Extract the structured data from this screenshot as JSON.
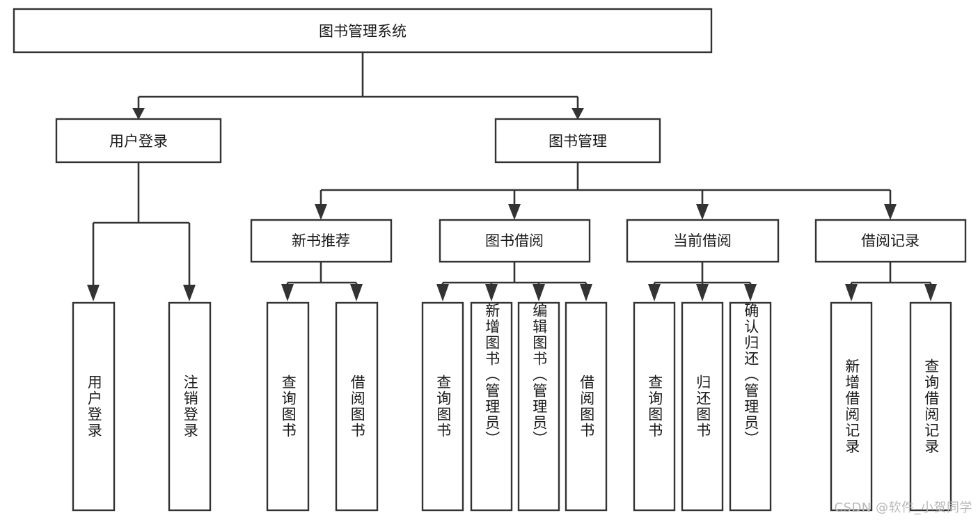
{
  "diagram": {
    "type": "tree",
    "title": "图书管理系统",
    "root": {
      "id": "root",
      "label": "图书管理系统"
    },
    "level2": [
      {
        "id": "user-login",
        "label": "用户登录"
      },
      {
        "id": "book-manage",
        "label": "图书管理"
      }
    ],
    "level3": [
      {
        "id": "new-book-recommend",
        "label": "新书推荐",
        "parent": "book-manage"
      },
      {
        "id": "book-borrow",
        "label": "图书借阅",
        "parent": "book-manage"
      },
      {
        "id": "current-borrow",
        "label": "当前借阅",
        "parent": "book-manage"
      },
      {
        "id": "borrow-record",
        "label": "借阅记录",
        "parent": "book-manage"
      }
    ],
    "leaves": {
      "user-login": [
        {
          "id": "leaf-user-login",
          "label": "用户登录"
        },
        {
          "id": "leaf-user-logout",
          "label": "注销登录"
        }
      ],
      "new-book-recommend": [
        {
          "id": "leaf-query-book-1",
          "label": "查询图书"
        },
        {
          "id": "leaf-borrow-book-1",
          "label": "借阅图书"
        }
      ],
      "book-borrow": [
        {
          "id": "leaf-query-book-2",
          "label": "查询图书"
        },
        {
          "id": "leaf-add-book",
          "label": "新增图书（管理员）"
        },
        {
          "id": "leaf-edit-book",
          "label": "编辑图书（管理员）"
        },
        {
          "id": "leaf-borrow-book-2",
          "label": "借阅图书"
        }
      ],
      "current-borrow": [
        {
          "id": "leaf-query-book-3",
          "label": "查询图书"
        },
        {
          "id": "leaf-return-book",
          "label": "归还图书"
        },
        {
          "id": "leaf-confirm-return",
          "label": "确认归还（管理员）"
        }
      ],
      "borrow-record": [
        {
          "id": "leaf-add-record",
          "label": "新增借阅记录"
        },
        {
          "id": "leaf-query-record",
          "label": "查询借阅记录"
        }
      ]
    },
    "colors": {
      "stroke": "#333333",
      "fill": "#ffffff",
      "text": "#1a1a1a",
      "watermark": "#b9b9b9",
      "background": "#ffffff"
    }
  },
  "watermark": {
    "text": "CSDN @软件_小贺同学"
  }
}
